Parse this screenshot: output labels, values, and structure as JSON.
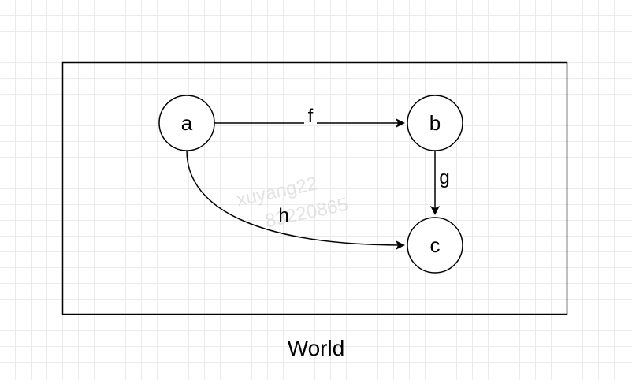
{
  "diagram": {
    "caption": "World",
    "nodes": {
      "a": "a",
      "b": "b",
      "c": "c"
    },
    "edges": {
      "f": "f",
      "g": "g",
      "h": "h"
    },
    "watermark": [
      "xuyang22",
      "83220865"
    ]
  },
  "colors": {
    "stroke": "#000000",
    "background": "#ffffff",
    "grid": "#ebebeb"
  }
}
